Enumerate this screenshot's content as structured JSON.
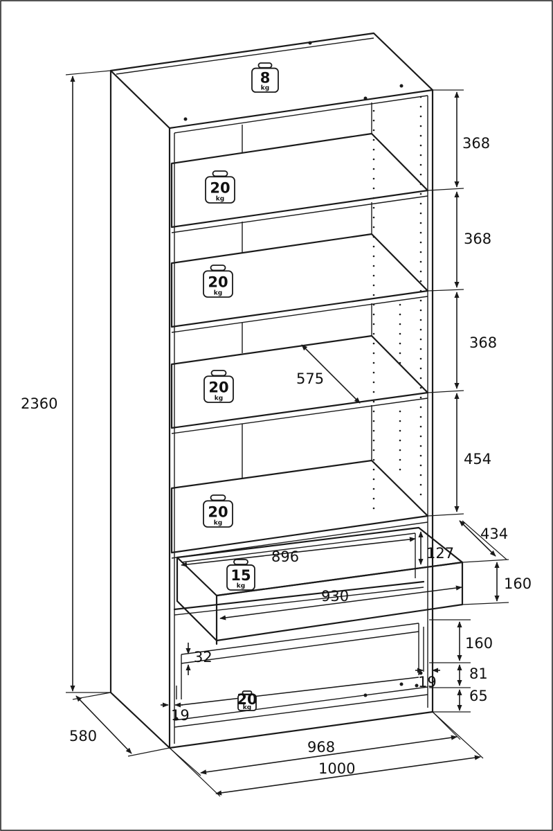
{
  "dimensions": {
    "total_height": "2360",
    "depth": "580",
    "inner_width": "968",
    "outer_width": "1000",
    "shelf_gap_1": "368",
    "shelf_gap_2": "368",
    "shelf_gap_3": "368",
    "shelf_gap_4": "454",
    "shelf_depth": "575",
    "drawer_depth": "434",
    "drawer_inner_width": "896",
    "drawer_inner_height": "127",
    "drawer_front_width": "930",
    "drawer_front_height": "160",
    "lower_drawer_height": "160",
    "lower_gap": "32",
    "plinth_upper": "81",
    "plinth_lower": "65",
    "side_thickness_left": "19",
    "side_thickness_right": "19"
  },
  "weights": [
    {
      "value": "8",
      "unit": "kg"
    },
    {
      "value": "20",
      "unit": "kg"
    },
    {
      "value": "20",
      "unit": "kg"
    },
    {
      "value": "20",
      "unit": "kg"
    },
    {
      "value": "20",
      "unit": "kg"
    },
    {
      "value": "15",
      "unit": "kg"
    },
    {
      "value": "20",
      "unit": "kg"
    }
  ]
}
